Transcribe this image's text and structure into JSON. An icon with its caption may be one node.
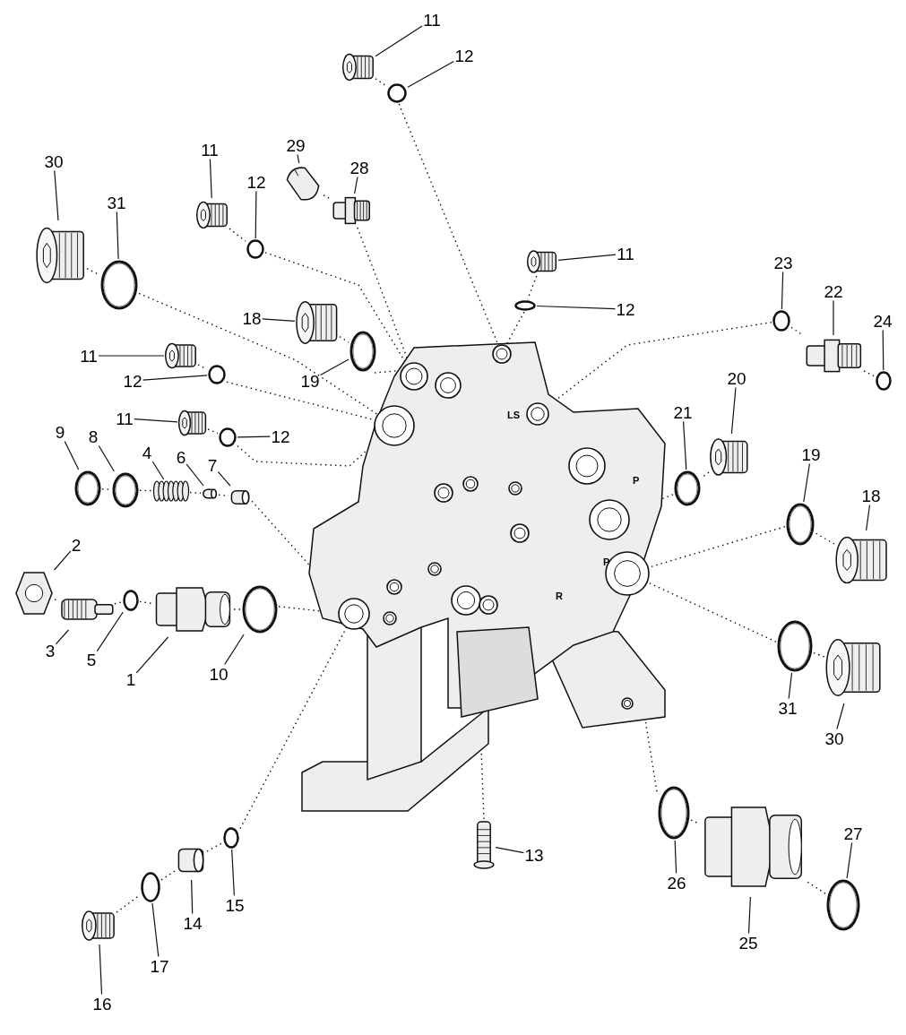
{
  "diagram": {
    "nodes": [
      {
        "text": [],
        "shape": "picture"
      },
      {
        "text": [
          "11"
        ]
      },
      {
        "text": [],
        "shape": "picture"
      },
      {
        "text": [
          "12"
        ]
      },
      {
        "text": [],
        "shape": "circle"
      },
      {
        "text": [
          "29"
        ]
      },
      {
        "text": [],
        "shape": "picture"
      },
      {
        "text": [
          "28"
        ]
      },
      {
        "text": [],
        "shape": "picture"
      },
      {
        "text": [
          "11"
        ]
      },
      {
        "text": [],
        "shape": "picture"
      },
      {
        "text": [
          "12"
        ]
      },
      {
        "text": [],
        "shape": "circle"
      },
      {
        "text": [
          "30"
        ]
      },
      {
        "text": [],
        "shape": "picture"
      },
      {
        "text": [
          "31"
        ]
      },
      {
        "text": [],
        "shape": "picture"
      },
      {
        "text": [
          "11"
        ]
      },
      {
        "text": [],
        "shape": "picture"
      },
      {
        "text": [
          "12"
        ]
      },
      {
        "text": [],
        "shape": "circle"
      },
      {
        "text": [
          "23"
        ]
      },
      {
        "text": [],
        "shape": "circle"
      },
      {
        "text": [
          "22"
        ]
      },
      {
        "text": [],
        "shape": "picture"
      },
      {
        "text": [
          "24"
        ]
      },
      {
        "text": [],
        "shape": "circle"
      },
      {
        "text": [
          "18"
        ]
      },
      {
        "text": [],
        "shape": "picture"
      },
      {
        "text": [
          "19"
        ]
      },
      {
        "text": [],
        "shape": "picture"
      },
      {
        "text": [
          "11"
        ]
      },
      {
        "text": [],
        "shape": "picture"
      },
      {
        "text": [
          "12"
        ]
      },
      {
        "text": [],
        "shape": "circle"
      },
      {
        "text": [
          "20"
        ]
      },
      {
        "text": [],
        "shape": "picture"
      },
      {
        "text": [
          "21"
        ]
      },
      {
        "text": [],
        "shape": "picture"
      },
      {
        "text": [
          "11"
        ]
      },
      {
        "text": [],
        "shape": "picture"
      },
      {
        "text": [
          "12"
        ]
      },
      {
        "text": [],
        "shape": "circle"
      },
      {
        "text": [
          "9"
        ]
      },
      {
        "text": [],
        "shape": "picture"
      },
      {
        "text": [
          "8"
        ]
      },
      {
        "text": [],
        "shape": "picture"
      },
      {
        "text": [
          "4"
        ]
      },
      {
        "text": [],
        "shape": "picture"
      },
      {
        "text": [
          "6"
        ]
      },
      {
        "text": [],
        "shape": "picture"
      },
      {
        "text": [
          "7"
        ]
      },
      {
        "text": [],
        "shape": "picture"
      },
      {
        "text": [
          "19"
        ]
      },
      {
        "text": [],
        "shape": "picture"
      },
      {
        "text": [
          "18"
        ]
      },
      {
        "text": [],
        "shape": "picture"
      },
      {
        "text": [
          "2"
        ]
      },
      {
        "text": [],
        "shape": "picture"
      },
      {
        "text": [
          "3"
        ]
      },
      {
        "text": [],
        "shape": "picture"
      },
      {
        "text": [
          "5"
        ]
      },
      {
        "text": [],
        "shape": "circle"
      },
      {
        "text": [
          "1"
        ]
      },
      {
        "text": [],
        "shape": "picture"
      },
      {
        "text": [
          "10"
        ]
      },
      {
        "text": [],
        "shape": "picture"
      },
      {
        "text": [
          "31"
        ]
      },
      {
        "text": [],
        "shape": "picture"
      },
      {
        "text": [
          "30"
        ]
      },
      {
        "text": [],
        "shape": "picture"
      },
      {
        "text": [
          "13"
        ]
      },
      {
        "text": [],
        "shape": "picture"
      },
      {
        "text": [
          "26"
        ]
      },
      {
        "text": [],
        "shape": "picture"
      },
      {
        "text": [
          "27"
        ]
      },
      {
        "text": [],
        "shape": "picture"
      },
      {
        "text": [
          "25"
        ]
      },
      {
        "text": [],
        "shape": "picture"
      },
      {
        "text": [
          "15"
        ]
      },
      {
        "text": [],
        "shape": "circle"
      },
      {
        "text": [
          "14"
        ]
      },
      {
        "text": [],
        "shape": "picture"
      },
      {
        "text": [
          "17"
        ]
      },
      {
        "text": [],
        "shape": "circle"
      },
      {
        "text": [
          "16"
        ]
      },
      {
        "text": [],
        "shape": "picture"
      }
    ],
    "edges": [
      {
        "from": 1,
        "to": 2,
        "arrow": "none"
      },
      {
        "from": 3,
        "to": 4,
        "arrow": "none"
      },
      {
        "from": 5,
        "to": 6,
        "arrow": "none"
      },
      {
        "from": 7,
        "to": 8,
        "arrow": "none"
      },
      {
        "from": 9,
        "to": 10,
        "arrow": "none"
      },
      {
        "from": 11,
        "to": 12,
        "arrow": "none"
      },
      {
        "from": 13,
        "to": 14,
        "arrow": "none"
      },
      {
        "from": 15,
        "to": 16,
        "arrow": "none"
      },
      {
        "from": 17,
        "to": 18,
        "arrow": "none"
      },
      {
        "from": 19,
        "to": 20,
        "arrow": "none"
      },
      {
        "from": 21,
        "to": 22,
        "arrow": "none"
      },
      {
        "from": 23,
        "to": 24,
        "arrow": "none"
      },
      {
        "from": 25,
        "to": 26,
        "arrow": "none"
      },
      {
        "from": 27,
        "to": 28,
        "arrow": "none"
      },
      {
        "from": 29,
        "to": 30,
        "arrow": "none"
      },
      {
        "from": 31,
        "to": 32,
        "arrow": "none"
      },
      {
        "from": 33,
        "to": 34,
        "arrow": "none"
      },
      {
        "from": 35,
        "to": 36,
        "arrow": "none"
      },
      {
        "from": 37,
        "to": 38,
        "arrow": "none"
      },
      {
        "from": 39,
        "to": 40,
        "arrow": "none"
      },
      {
        "from": 41,
        "to": 42,
        "arrow": "none"
      },
      {
        "from": 43,
        "to": 44,
        "arrow": "none"
      },
      {
        "from": 45,
        "to": 46,
        "arrow": "none"
      },
      {
        "from": 47,
        "to": 48,
        "arrow": "none"
      },
      {
        "from": 49,
        "to": 50,
        "arrow": "none"
      },
      {
        "from": 51,
        "to": 52,
        "arrow": "none"
      },
      {
        "from": 53,
        "to": 54,
        "arrow": "none"
      },
      {
        "from": 55,
        "to": 56,
        "arrow": "none"
      },
      {
        "from": 57,
        "to": 58,
        "arrow": "none"
      },
      {
        "from": 59,
        "to": 60,
        "arrow": "none"
      },
      {
        "from": 61,
        "to": 62,
        "arrow": "none"
      },
      {
        "from": 63,
        "to": 64,
        "arrow": "none"
      },
      {
        "from": 65,
        "to": 66,
        "arrow": "none"
      },
      {
        "from": 67,
        "to": 68,
        "arrow": "none"
      },
      {
        "from": 69,
        "to": 70,
        "arrow": "none"
      },
      {
        "from": 71,
        "to": 72,
        "arrow": "none"
      },
      {
        "from": 73,
        "to": 74,
        "arrow": "none"
      },
      {
        "from": 75,
        "to": 76,
        "arrow": "none"
      },
      {
        "from": 77,
        "to": 78,
        "arrow": "none"
      },
      {
        "from": 79,
        "to": 80,
        "arrow": "none"
      },
      {
        "from": 81,
        "to": 82,
        "arrow": "none"
      },
      {
        "from": 83,
        "to": 84,
        "arrow": "none"
      },
      {
        "from": 85,
        "to": 86,
        "arrow": "none"
      },
      {
        "from": 2,
        "to": 4,
        "arrow": "none",
        "style": "dashed"
      },
      {
        "from": 4,
        "to": 0,
        "arrow": "none",
        "style": "dashed"
      },
      {
        "from": 6,
        "to": 8,
        "arrow": "none",
        "style": "dashed"
      },
      {
        "from": 8,
        "to": 0,
        "arrow": "none",
        "style": "dashed"
      },
      {
        "from": 10,
        "to": 12,
        "arrow": "none",
        "style": "dashed"
      },
      {
        "from": 12,
        "to": 0,
        "arrow": "none",
        "style": "dashed"
      },
      {
        "from": 14,
        "to": 16,
        "arrow": "none",
        "style": "dashed"
      },
      {
        "from": 16,
        "to": 0,
        "arrow": "none",
        "style": "dashed"
      },
      {
        "from": 18,
        "to": 20,
        "arrow": "none",
        "style": "dashed"
      },
      {
        "from": 20,
        "to": 0,
        "arrow": "none",
        "style": "dashed"
      },
      {
        "from": 22,
        "to": 24,
        "arrow": "none",
        "style": "dashed"
      },
      {
        "from": 24,
        "to": 26,
        "arrow": "none",
        "style": "dashed"
      },
      {
        "from": 22,
        "to": 0,
        "arrow": "none",
        "style": "dashed"
      },
      {
        "from": 28,
        "to": 30,
        "arrow": "none",
        "style": "dashed"
      },
      {
        "from": 30,
        "to": 0,
        "arrow": "none",
        "style": "dashed"
      },
      {
        "from": 32,
        "to": 34,
        "arrow": "none",
        "style": "dashed"
      },
      {
        "from": 34,
        "to": 0,
        "arrow": "none",
        "style": "dashed"
      },
      {
        "from": 36,
        "to": 38,
        "arrow": "none",
        "style": "dashed"
      },
      {
        "from": 38,
        "to": 0,
        "arrow": "none",
        "style": "dashed"
      },
      {
        "from": 40,
        "to": 42,
        "arrow": "none",
        "style": "dashed"
      },
      {
        "from": 42,
        "to": 0,
        "arrow": "none",
        "style": "dashed"
      },
      {
        "from": 44,
        "to": 46,
        "arrow": "none",
        "style": "dashed"
      },
      {
        "from": 46,
        "to": 48,
        "arrow": "none",
        "style": "dashed"
      },
      {
        "from": 48,
        "to": 50,
        "arrow": "none",
        "style": "dashed"
      },
      {
        "from": 50,
        "to": 52,
        "arrow": "none",
        "style": "dashed"
      },
      {
        "from": 52,
        "to": 0,
        "arrow": "none",
        "style": "dashed"
      },
      {
        "from": 56,
        "to": 54,
        "arrow": "none",
        "style": "dashed"
      },
      {
        "from": 54,
        "to": 0,
        "arrow": "none",
        "style": "dashed"
      },
      {
        "from": 58,
        "to": 60,
        "arrow": "none",
        "style": "dashed"
      },
      {
        "from": 60,
        "to": 62,
        "arrow": "none",
        "style": "dashed"
      },
      {
        "from": 62,
        "to": 64,
        "arrow": "none",
        "style": "dashed"
      },
      {
        "from": 64,
        "to": 66,
        "arrow": "none",
        "style": "dashed"
      },
      {
        "from": 66,
        "to": 0,
        "arrow": "none",
        "style": "dashed"
      },
      {
        "from": 68,
        "to": 70,
        "arrow": "none",
        "style": "dashed"
      },
      {
        "from": 68,
        "to": 0,
        "arrow": "none",
        "style": "dashed"
      },
      {
        "from": 72,
        "to": 0,
        "arrow": "none",
        "style": "dashed"
      },
      {
        "from": 76,
        "to": 78,
        "arrow": "none",
        "style": "dashed"
      },
      {
        "from": 74,
        "to": 78,
        "arrow": "none",
        "style": "dashed"
      },
      {
        "from": 74,
        "to": 0,
        "arrow": "none",
        "style": "dashed"
      },
      {
        "from": 86,
        "to": 84,
        "arrow": "none",
        "style": "dashed"
      },
      {
        "from": 84,
        "to": 82,
        "arrow": "none",
        "style": "dashed"
      },
      {
        "from": 82,
        "to": 80,
        "arrow": "none",
        "style": "dashed"
      },
      {
        "from": 80,
        "to": 0,
        "arrow": "none",
        "style": "dashed"
      }
    ],
    "labels": [
      "LS",
      "P",
      "P",
      "R"
    ]
  }
}
